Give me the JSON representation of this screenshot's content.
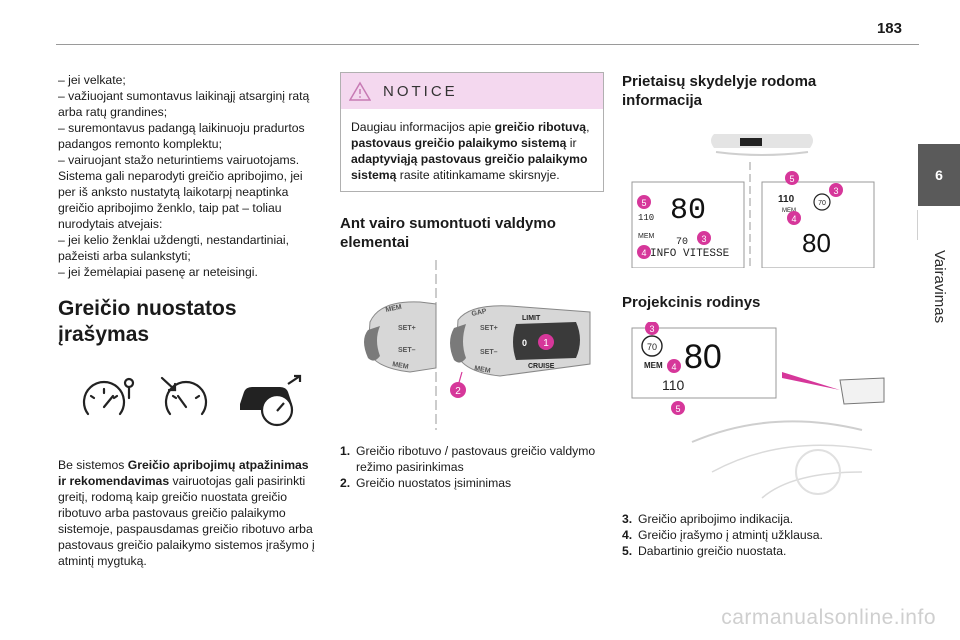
{
  "header": {
    "page_number": "183"
  },
  "chapter": {
    "number": "6",
    "title": "Vairavimas"
  },
  "col1": {
    "lines": [
      "– jei velkate;",
      "– važiuojant sumontavus laikinąjį atsarginį ratą",
      "arba ratų grandines;",
      "– suremontavus padangą laikinuoju pradurtos",
      "padangos remonto komplektu;",
      "– vairuojant stažo neturintiems vairuotojams.",
      "Sistema gali neparodyti greičio apribojimo, jei",
      "per iš anksto nustatytą laikotarpį neaptinka",
      "greičio apribojimo ženklo, taip pat – toliau",
      "nurodytais atvejais:",
      "– jei kelio ženklai uždengti, nestandartiniai,",
      "pažeisti arba sulankstyti;",
      "– jei žemėlapiai pasenę ar neteisingi."
    ],
    "section_title": "Greičio nuostatos įrašymas",
    "para": {
      "t1": "Be sistemos ",
      "b1": "Greičio apribojimų atpažinimas ir rekomendavimas",
      "t2": " vairuotojas gali pasirinkti greitį, rodomą kaip greičio nuostata greičio ribotuvo arba pastovaus greičio palaikymo sistemoje, paspausdamas greičio ribotuvo arba pastovaus greičio palaikymo sistemos įrašymo į atmintį mygtuką."
    }
  },
  "notice": {
    "title": "NOTICE",
    "t1": "Daugiau informacijos apie ",
    "b1": "greičio ribotuvą",
    "t2": ", ",
    "b2": "pastovaus greičio palaikymo sistemą",
    "t3": " ir ",
    "b3": "adaptyviąją pastovaus greičio palaikymo sistemą",
    "t4": " rasite atitinkamame skirsnyje."
  },
  "col2": {
    "subheading": "Ant vairo sumontuoti valdymo elementai",
    "stalk": {
      "left": {
        "mem_top": "MEM",
        "set_plus": "SET+",
        "set_minus": "SET–",
        "mem_bottom": "MEM"
      },
      "right": {
        "gap": "GAP",
        "set_plus": "SET+",
        "set_minus": "SET–",
        "limit": "LIMIT",
        "zero": "0",
        "cruise": "CRUISE",
        "mem": "MEM"
      }
    },
    "callouts": [
      "1",
      "2"
    ],
    "legend": [
      {
        "num": "1.",
        "text": "Greičio ribotuvo / pastovaus greičio valdymo režimo pasirinkimas"
      },
      {
        "num": "2.",
        "text": "Greičio nuostatos įsiminimas"
      }
    ]
  },
  "col3": {
    "subheading": "Prietaisų skydelyje rodoma informacija",
    "cluster_left": {
      "speed": "80",
      "small_speed": "110",
      "mem": "MEM",
      "set": "70",
      "info": "INFO VITESSE"
    },
    "cluster_right": {
      "speed": "80",
      "limit": "110",
      "mem": "MEM",
      "sign": "70"
    },
    "callouts_top": [
      "5",
      "3",
      "4"
    ],
    "callouts_left": [
      "5",
      "4",
      "3"
    ],
    "projection_heading": "Projekcinis rodinys",
    "hud": {
      "speed": "80",
      "sign": "70",
      "mem": "MEM",
      "limit": "110"
    },
    "callouts_hud": [
      "3",
      "4",
      "5"
    ],
    "legend": [
      {
        "num": "3.",
        "text": "Greičio apribojimo indikacija."
      },
      {
        "num": "4.",
        "text": "Greičio įrašymo į atmintį užklausa."
      },
      {
        "num": "5.",
        "text": "Dabartinio greičio nuostata."
      }
    ]
  },
  "footer": {
    "watermark": "carmanualsonline.info"
  },
  "colors": {
    "accent": "#d6379a",
    "notice_bg": "#f4d8ef",
    "tab_bg": "#5a5a5a"
  }
}
